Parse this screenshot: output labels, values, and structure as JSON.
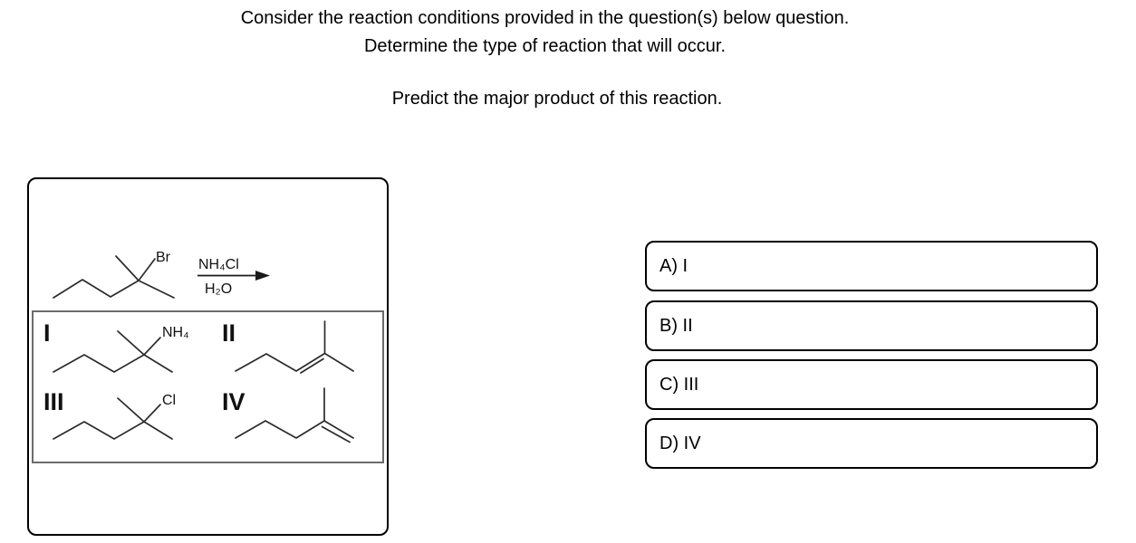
{
  "header": {
    "line1": "Consider the reaction conditions provided in the question(s) below question.",
    "line2": "Determine the type of reaction that will occur.",
    "question": "Predict the major product of this reaction."
  },
  "reaction_panel": {
    "reactant": {
      "halide_label": "Br"
    },
    "arrow": {
      "above": "NH₄Cl",
      "below": "H₂O"
    },
    "choices": [
      {
        "numeral": "I",
        "group_label": "NH₄"
      },
      {
        "numeral": "II",
        "group_label": ""
      },
      {
        "numeral": "III",
        "group_label": "Cl"
      },
      {
        "numeral": "IV",
        "group_label": ""
      }
    ]
  },
  "options": [
    {
      "label": "A) I"
    },
    {
      "label": "B) II"
    },
    {
      "label": "C) III"
    },
    {
      "label": "D) IV"
    }
  ],
  "colors": {
    "background": "#ffffff",
    "text": "#000000",
    "outer_box_border": "#000000",
    "inner_box_border": "#6b6b6b",
    "bond_stroke": "#2b2b2b",
    "option_border": "#000000"
  }
}
